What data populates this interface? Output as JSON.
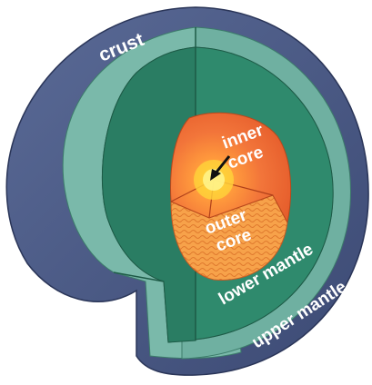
{
  "diagram": {
    "labels": {
      "crust": "crust",
      "inner_core_line1": "inner",
      "inner_core_line2": "core",
      "outer_core_line1": "outer",
      "outer_core_line2": "core",
      "lower_mantle": "lower mantle",
      "upper_mantle": "upper mantle"
    },
    "colors": {
      "crust": "#4a5a86",
      "crust_dark": "#3a4870",
      "upper_mantle": "#6fb0a1",
      "upper_mantle_light": "#8ec5b8",
      "lower_mantle": "#2f8a6d",
      "lower_mantle_dark": "#226c55",
      "outer_core": "#f08a3a",
      "outer_core_dark": "#c85a22",
      "inner_core": "#ffd23a",
      "cut_line": "#1d5a46",
      "label_text": "#ffffff",
      "arrow": "#111111"
    }
  }
}
